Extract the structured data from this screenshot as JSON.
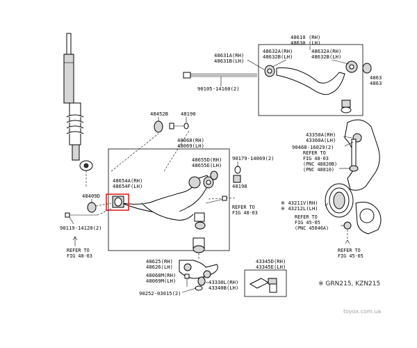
{
  "labels": {
    "p48610": "48610 (RH)",
    "p48630": "48630 (LH)",
    "p48631a": "48631A(RH)",
    "p48631b": "48631B(LH)",
    "p48632a_box": "48632A(RH)",
    "p48632b_box": "48632B(LH)",
    "p48632a": "48632A(RH)",
    "p48632b": "48632B(LH)",
    "p48633": "4863",
    "p48634": "4863",
    "p90105": "90105-14160(2)",
    "p48452b": "48452B",
    "p48190": "48190",
    "p48068": "48068(RH)",
    "p48069": "48069(LH)",
    "p48655d": "48655D(RH)",
    "p48655e": "48655E(LH)",
    "p90179": "90179-14069(2)",
    "p48654a": "48654A(RH)",
    "p48654f": "48654F(LH)",
    "p48198": "48198",
    "p48409d": "48409D",
    "refer_4803_r": "REFER TO",
    "refer_4803_r2": "FIG 48-03",
    "p90119": "90119-14120(2)",
    "refer_4803_l": "REFER TO",
    "refer_4803_l2": "FIG 48-03",
    "p48625": "48625(RH)",
    "p48626": "48626(LH)",
    "p48068m": "48068M(RH)",
    "p48069m": "48069M(LH)",
    "p43330l": "43330L(RH)",
    "p43340b": "43340B(LH)",
    "p90252": "90252-03015(2)",
    "p43345d": "43345D(RH)",
    "p43345e": "43345E(LH)",
    "p43350a": "43350A(RH)",
    "p43360a": "43360A(LH)",
    "p90468": "90468-16029(2)",
    "refer_4803_k": "REFER TO",
    "refer_4803_k2": "FIG 48-03",
    "pnc_48820": "(PNC 48820B)",
    "pnc_48810": "(PNC 48810)",
    "p43211v": "※ 43211V(RH)",
    "p43212l": "※ 43212L(LH)",
    "refer_4505_k": "REFER TO",
    "refer_4505_k2": "FIG 45-05",
    "pnc_45046": "(PNC 45046A)",
    "refer_4505_b": "REFER TO",
    "refer_4505_b2": "FIG 45-05"
  },
  "note": "※ GRN215, KZN215",
  "watermark": "toyox.com.ua",
  "colors": {
    "highlight": "#e02020",
    "line": "#000000",
    "part_fill": "#d6d6d6",
    "watermark": "#9aa0a6"
  }
}
